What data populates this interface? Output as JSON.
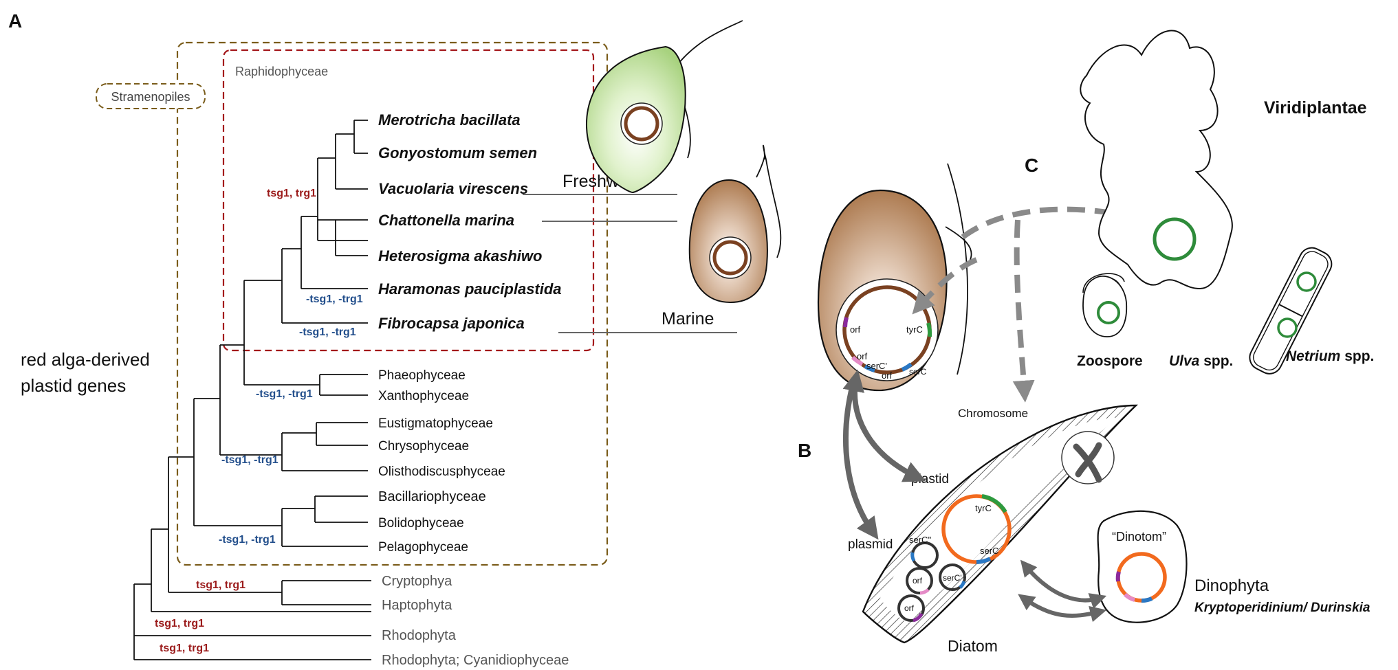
{
  "panels": {
    "a": "A",
    "b": "B",
    "c": "C"
  },
  "groups": {
    "stramenopiles": "Stramenopiles",
    "raphidophyceae": "Raphidophyceae"
  },
  "side_label": {
    "line1": "red alga-derived",
    "line2": "plastid genes"
  },
  "taxa": {
    "merotricha": "Merotricha bacillata",
    "gonyostomum": "Gonyostomum semen",
    "vacuolaria": "Vacuolaria virescens",
    "chattonella": "Chattonella marina",
    "heterosigma": "Heterosigma akashiwo",
    "haramonas": "Haramonas pauciplastida",
    "fibrocapsa": "Fibrocapsa japonica",
    "phaeo": "Phaeophyceae",
    "xantho": "Xanthophyceae",
    "eustig": "Eustigmatophyceae",
    "chryso": "Chrysophyceae",
    "olistho": "Olisthodiscusphyceae",
    "bacillario": "Bacillariophyceae",
    "bolido": "Bolidophyceae",
    "pelago": "Pelagophyceae",
    "crypto": "Cryptophya",
    "hapto": "Haptophyta",
    "rhodo": "Rhodophyta",
    "cyanidio": "Rhodophyta; Cyanidiophyceae"
  },
  "gene_labels": {
    "gain_raph": "tsg1, trg1",
    "loss_haramonas": "-tsg1, -trg1",
    "loss_fibrocapsa": "-tsg1, -trg1",
    "loss_phaeo": "-tsg1, -trg1",
    "loss_eustig": "-tsg1, -trg1",
    "loss_bacillario": "-tsg1, -trg1",
    "gain_crypto": "tsg1, trg1",
    "gain_rhodo": "tsg1, trg1",
    "gain_cyanidio": "tsg1, trg1"
  },
  "habitats": {
    "freshwater": "Freshwater",
    "marine": "Marine"
  },
  "panel_b": {
    "chromosome": "Chromosome",
    "plastid": "plastid",
    "plasmid": "plasmid",
    "diatom": "Diatom",
    "dinotom": "“Dinotom”",
    "dinophyta": "Dinophyta",
    "dino_species": "Kryptoperidinium/ Durinskia",
    "tyrC": "tyrC",
    "serC": "serC",
    "serC2": "serC''",
    "serC1": "serC'",
    "orf": "orf"
  },
  "panel_c": {
    "viridiplantae": "Viridiplantae",
    "zoospore": "Zoospore",
    "ulva": "Ulva",
    "ulva_spp": " spp.",
    "netrium": "Netrium",
    "netrium_spp": " spp."
  },
  "colors": {
    "plastid_ring": "#f26a1e",
    "raph_ring": "#7a4121",
    "green_ring": "#2e8b3a",
    "tyr": "#2e9a3e",
    "ser": "#2a78c4",
    "orf_pink": "#e58bc7",
    "orf_purple": "#8b2a9c"
  }
}
